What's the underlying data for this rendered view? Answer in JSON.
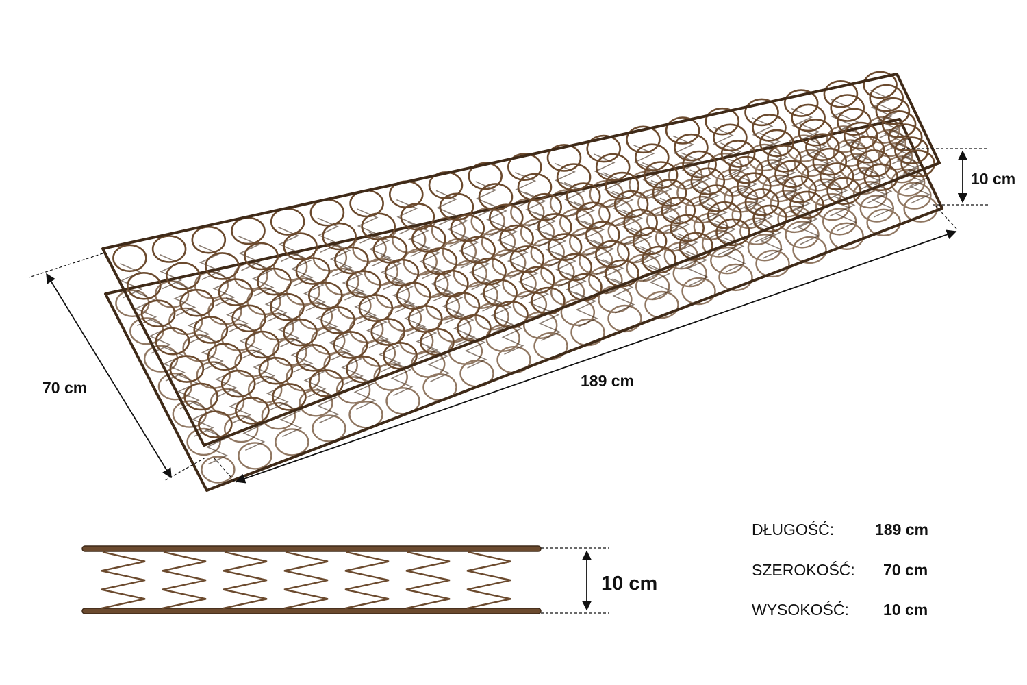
{
  "dimensions": {
    "length_label": "189 cm",
    "width_label": "70 cm",
    "height_label": "10 cm",
    "side_height_label": "10 cm"
  },
  "specs": [
    {
      "name": "DŁUGOŚĆ:",
      "value": "189 cm"
    },
    {
      "name": "SZEROKOŚĆ:",
      "value": "70 cm"
    },
    {
      "name": "WYSOKOŚĆ:",
      "value": "10 cm"
    }
  ],
  "colors": {
    "wire": "#6b4a2e",
    "wire_dark": "#3f2a18",
    "ink": "#111111"
  }
}
